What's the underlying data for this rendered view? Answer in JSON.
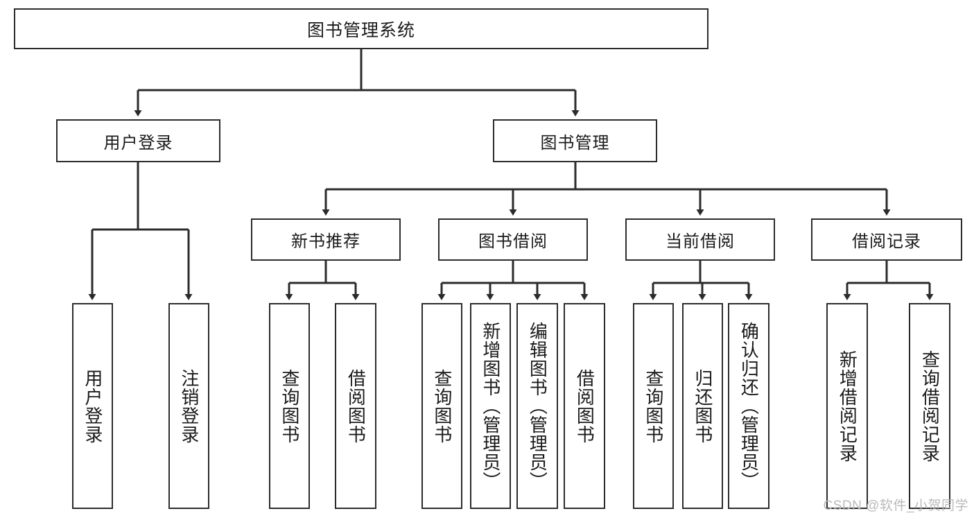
{
  "diagram": {
    "type": "tree",
    "title": "图书管理系统",
    "orientation": "top-down",
    "line_color": "#2b2b2b",
    "box_fill": "#ffffff",
    "text_color": "#1a1a1a",
    "nodes": {
      "root": {
        "label": "图书管理系统",
        "level": 1
      },
      "l2": [
        {
          "label": "用户登录",
          "level": 2
        },
        {
          "label": "图书管理",
          "level": 2
        }
      ],
      "l3": [
        {
          "label": "新书推荐",
          "level": 3
        },
        {
          "label": "图书借阅",
          "level": 3
        },
        {
          "label": "当前借阅",
          "level": 3
        },
        {
          "label": "借阅记录",
          "level": 3
        }
      ],
      "leaves_user_login": [
        {
          "label": "用户登录"
        },
        {
          "label": "注销登录"
        }
      ],
      "leaves_new_book": [
        {
          "label": "查询图书"
        },
        {
          "label": "借阅图书"
        }
      ],
      "leaves_borrow": [
        {
          "label": "查询图书"
        },
        {
          "label": "新增图书（管理员）"
        },
        {
          "label": "编辑图书（管理员）"
        },
        {
          "label": "借阅图书"
        }
      ],
      "leaves_current": [
        {
          "label": "查询图书"
        },
        {
          "label": "归还图书"
        },
        {
          "label": "确认归还（管理员）"
        }
      ],
      "leaves_record": [
        {
          "label": "新增借阅记录"
        },
        {
          "label": "查询借阅记录"
        }
      ]
    },
    "edges": [
      {
        "from": "图书管理系统",
        "to": "用户登录"
      },
      {
        "from": "图书管理系统",
        "to": "图书管理"
      },
      {
        "from": "用户登录",
        "to": "用户登录"
      },
      {
        "from": "用户登录",
        "to": "注销登录"
      },
      {
        "from": "图书管理",
        "to": "新书推荐"
      },
      {
        "from": "图书管理",
        "to": "图书借阅"
      },
      {
        "from": "图书管理",
        "to": "当前借阅"
      },
      {
        "from": "图书管理",
        "to": "借阅记录"
      },
      {
        "from": "新书推荐",
        "to": "查询图书"
      },
      {
        "from": "新书推荐",
        "to": "借阅图书"
      },
      {
        "from": "图书借阅",
        "to": "查询图书"
      },
      {
        "from": "图书借阅",
        "to": "新增图书（管理员）"
      },
      {
        "from": "图书借阅",
        "to": "编辑图书（管理员）"
      },
      {
        "from": "图书借阅",
        "to": "借阅图书"
      },
      {
        "from": "当前借阅",
        "to": "查询图书"
      },
      {
        "from": "当前借阅",
        "to": "归还图书"
      },
      {
        "from": "当前借阅",
        "to": "确认归还（管理员）"
      },
      {
        "from": "借阅记录",
        "to": "新增借阅记录"
      },
      {
        "from": "借阅记录",
        "to": "查询借阅记录"
      }
    ]
  },
  "watermark": {
    "text": "CSDN @软件_小贺同学"
  }
}
